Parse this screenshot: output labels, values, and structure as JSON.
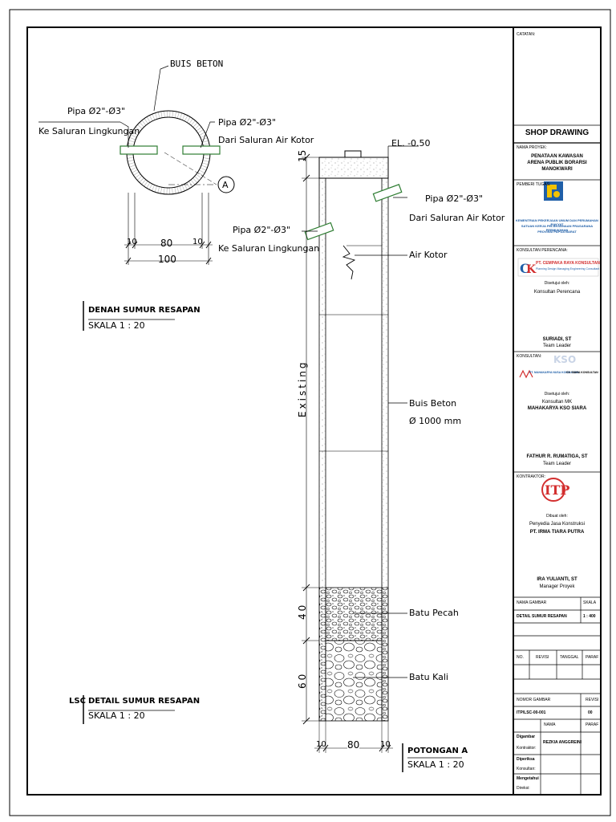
{
  "plan": {
    "title": "DENAH SUMUR RESAPAN",
    "scale": "SKALA 1 : 20",
    "buis_label": "BUIS BETON",
    "pipe_left_line1": "Pipa Ø2\"-Ø3\"",
    "pipe_left_line2": "Ke Saluran Lingkungan",
    "pipe_right_line1": "Pipa Ø2\"-Ø3\"",
    "pipe_right_line2": "Dari Saluran Air Kotor",
    "section_marker": "A",
    "dim_wall_left": "10",
    "dim_inner": "80",
    "dim_wall_right": "10",
    "dim_total": "100"
  },
  "section": {
    "title": "DETAIL SUMUR RESAPAN",
    "prefix": "LSC",
    "scale": "SKALA 1 : 20",
    "potongan_title": "POTONGAN A",
    "potongan_scale": "SKALA 1 : 20",
    "elevation": "EL. -0.50",
    "pipe_in_line1": "Pipa Ø2\"-Ø3\"",
    "pipe_in_line2": "Dari Saluran Air Kotor",
    "pipe_out_line1": "Pipa Ø2\"-Ø3\"",
    "pipe_out_line2": "Ke Saluran Lingkungan",
    "air_kotor": "Air Kotor",
    "buis_line1": "Buis Beton",
    "buis_line2": "Ø 1000 mm",
    "batu_pecah": "Batu Pecah",
    "batu_kali": "Batu Kali",
    "dim_top": "15",
    "dim_existing": "Existing",
    "dim_40": "40",
    "dim_60": "60",
    "dim_b_left": "10",
    "dim_b_mid": "80",
    "dim_b_right": "10"
  },
  "titleblock": {
    "catatan": "CATATAN:",
    "header": "SHOP DRAWING",
    "nama_proyek_label": "NAMA PROYEK:",
    "project_line1": "PENATAAN KAWASAN",
    "project_line2": "ARENA PUBLIK BORARSI",
    "project_line3": "MANOKWARI",
    "pemberi_tugas_label": "PEMBERI TUGAS:",
    "owner_line1": "KEMENTRIAN PEKERJAAN UMUM DAN PERUMAHAN RAKYAT",
    "owner_line2": "SATUAN KERJA PELAKSANAAN PRASARANA PERMUKIMAN",
    "owner_line3": "PROVINSI PAPUA BARAT",
    "konsultan_perencana_label": "KONSULTAN PERENCANA:",
    "perencana_logo_text": "PT. CEMPAKA RAYA KONSULTAN",
    "perencana_logo_sub": "Planning Design Managing Engineering Consultant",
    "perencana_disetujui": "Disetujui oleh:",
    "perencana_role": "Konsultan Perencana",
    "perencana_name": "SURIADI, ST",
    "perencana_title": "Team Leader",
    "konsultan_label": "KONSULTAN:",
    "konsultan_logo_left": "PT. MAHAKARYA NUSA KONSULTAN",
    "konsultan_logo_right": "CV. SIARA KONSULTAN",
    "konsultan_disetujui": "Disetujui oleh:",
    "konsultan_role": "Konsultan MK",
    "konsultan_company": "MAHAKARYA KSO SIARA",
    "konsultan_name": "FATHUR R. RUMATIGA, ST",
    "konsultan_title": "Team Leader",
    "kontraktor_label": "KONTRAKTOR:",
    "kontraktor_disetujui": "Dibuat oleh:",
    "kontraktor_role": "Penyedia Jasa Konstruksi",
    "kontraktor_company": "PT. IRMA TIARA PUTRA",
    "kontraktor_name": "IRA YULIANTI, ST",
    "kontraktor_title": "Manager Proyek",
    "nama_gambar_label": "NAMA GAMBAR",
    "skala_label": "SKALA",
    "nama_gambar": "DETAIL SUMUR RESAPAN",
    "skala": "1 : 400",
    "no_label": "NO.",
    "revisi_label": "REVISI",
    "tanggal_label": "TANGGAL",
    "paraf_label": "PARAF",
    "nomor_gambar_label": "NOMOR GAMBAR",
    "revisi2_label": "REVISI",
    "nomor_gambar": "ITP/LSC-00-001",
    "revisi_value": "00",
    "nama_label": "NAMA",
    "paraf2_label": "PARAF",
    "digambar_label": "Digambar",
    "digambar_sub": "Kontraktor:",
    "digambar_name": "REZKIA ANGGREINI",
    "diperiksa_label": "Diperiksa",
    "diperiksa_sub": "Konsultan:",
    "disetujui_label": "Mengetahui",
    "disetujui_sub": "Direksi:"
  },
  "colors": {
    "pipe": "#2e7d32",
    "logo_blue": "#1f5fa8",
    "logo_yellow": "#f2c200",
    "logo_red": "#d32f2f"
  }
}
